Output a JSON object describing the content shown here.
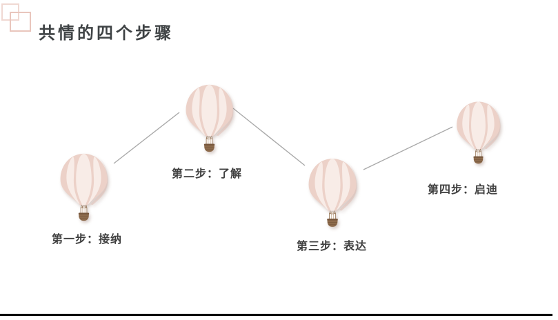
{
  "slide": {
    "title": "共情的四个步骤",
    "title_icon": "overlapping-squares-icon",
    "steps": [
      {
        "label": "第一步：接纳"
      },
      {
        "label": "第二步：了解"
      },
      {
        "label": "第三步：表达"
      },
      {
        "label": "第四步：启迪"
      }
    ],
    "colors": {
      "balloon_dark": "#ecd1c8",
      "balloon_light": "#f8ece7",
      "balloon_shade": "#e0bfb6",
      "basket_brown": "#8d6b4c",
      "basket_rim": "#77573c",
      "title_text": "#3f4345",
      "label_text": "#404040",
      "line_gray": "#a9a9a9",
      "icon_pink_light": "#f0d8d2",
      "icon_pink": "#e9c6bd",
      "footer_black": "#000000"
    }
  }
}
